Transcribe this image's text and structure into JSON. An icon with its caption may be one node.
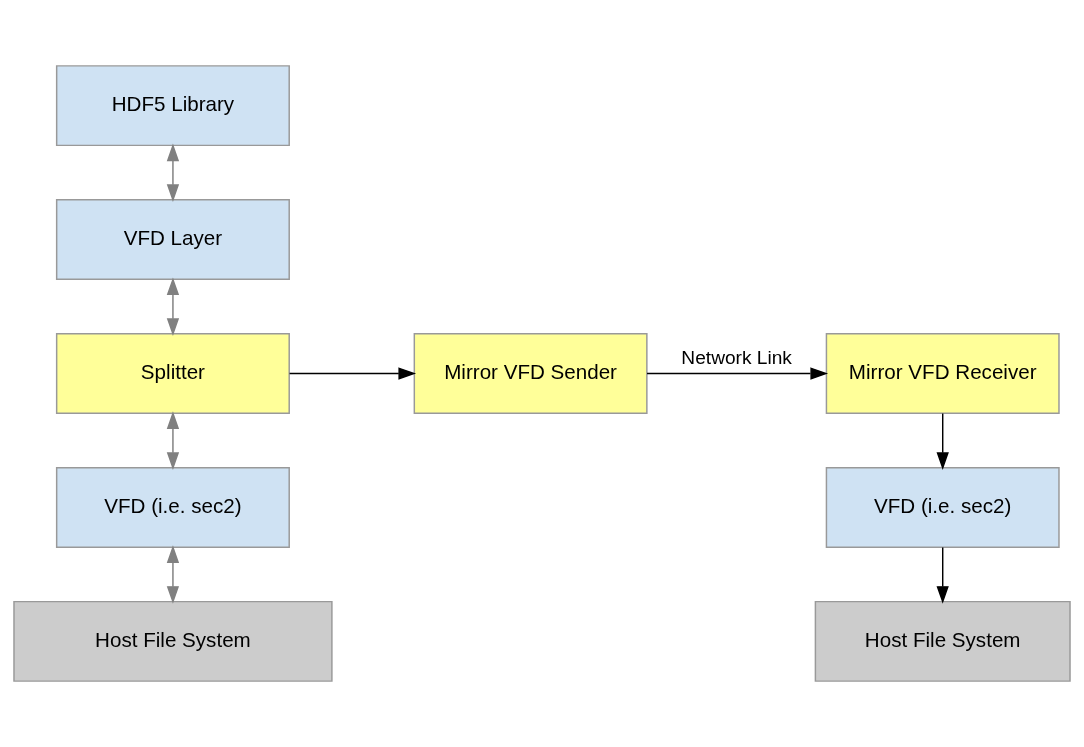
{
  "diagram": {
    "nodes": [
      {
        "text": [
          "HDF5 Library"
        ]
      },
      {
        "text": [
          "VFD Layer"
        ]
      },
      {
        "text": [
          "Splitter"
        ]
      },
      {
        "text": [
          "Mirror VFD Sender"
        ]
      },
      {
        "text": [
          "Mirror VFD Receiver"
        ]
      },
      {
        "text": [
          "VFD (i.e. sec2)"
        ]
      },
      {
        "text": [
          "Host File System"
        ]
      },
      {
        "text": [
          "VFD (i.e. sec2)"
        ]
      },
      {
        "text": [
          "Host File System"
        ]
      }
    ],
    "edges": [
      {
        "from": 0,
        "to": 1,
        "arrow": "both",
        "color": "#808080"
      },
      {
        "from": 1,
        "to": 2,
        "arrow": "both",
        "color": "#808080"
      },
      {
        "from": 2,
        "to": 3,
        "arrow": "to",
        "color": "#000000"
      },
      {
        "from": 3,
        "to": 4,
        "arrow": "to",
        "label": "Network Link",
        "color": "#000000"
      },
      {
        "from": 2,
        "to": 5,
        "arrow": "both",
        "color": "#808080"
      },
      {
        "from": 5,
        "to": 6,
        "arrow": "both",
        "color": "#808080"
      },
      {
        "from": 4,
        "to": 7,
        "arrow": "to",
        "color": "#000000"
      },
      {
        "from": 7,
        "to": 8,
        "arrow": "to",
        "color": "#000000"
      }
    ]
  }
}
